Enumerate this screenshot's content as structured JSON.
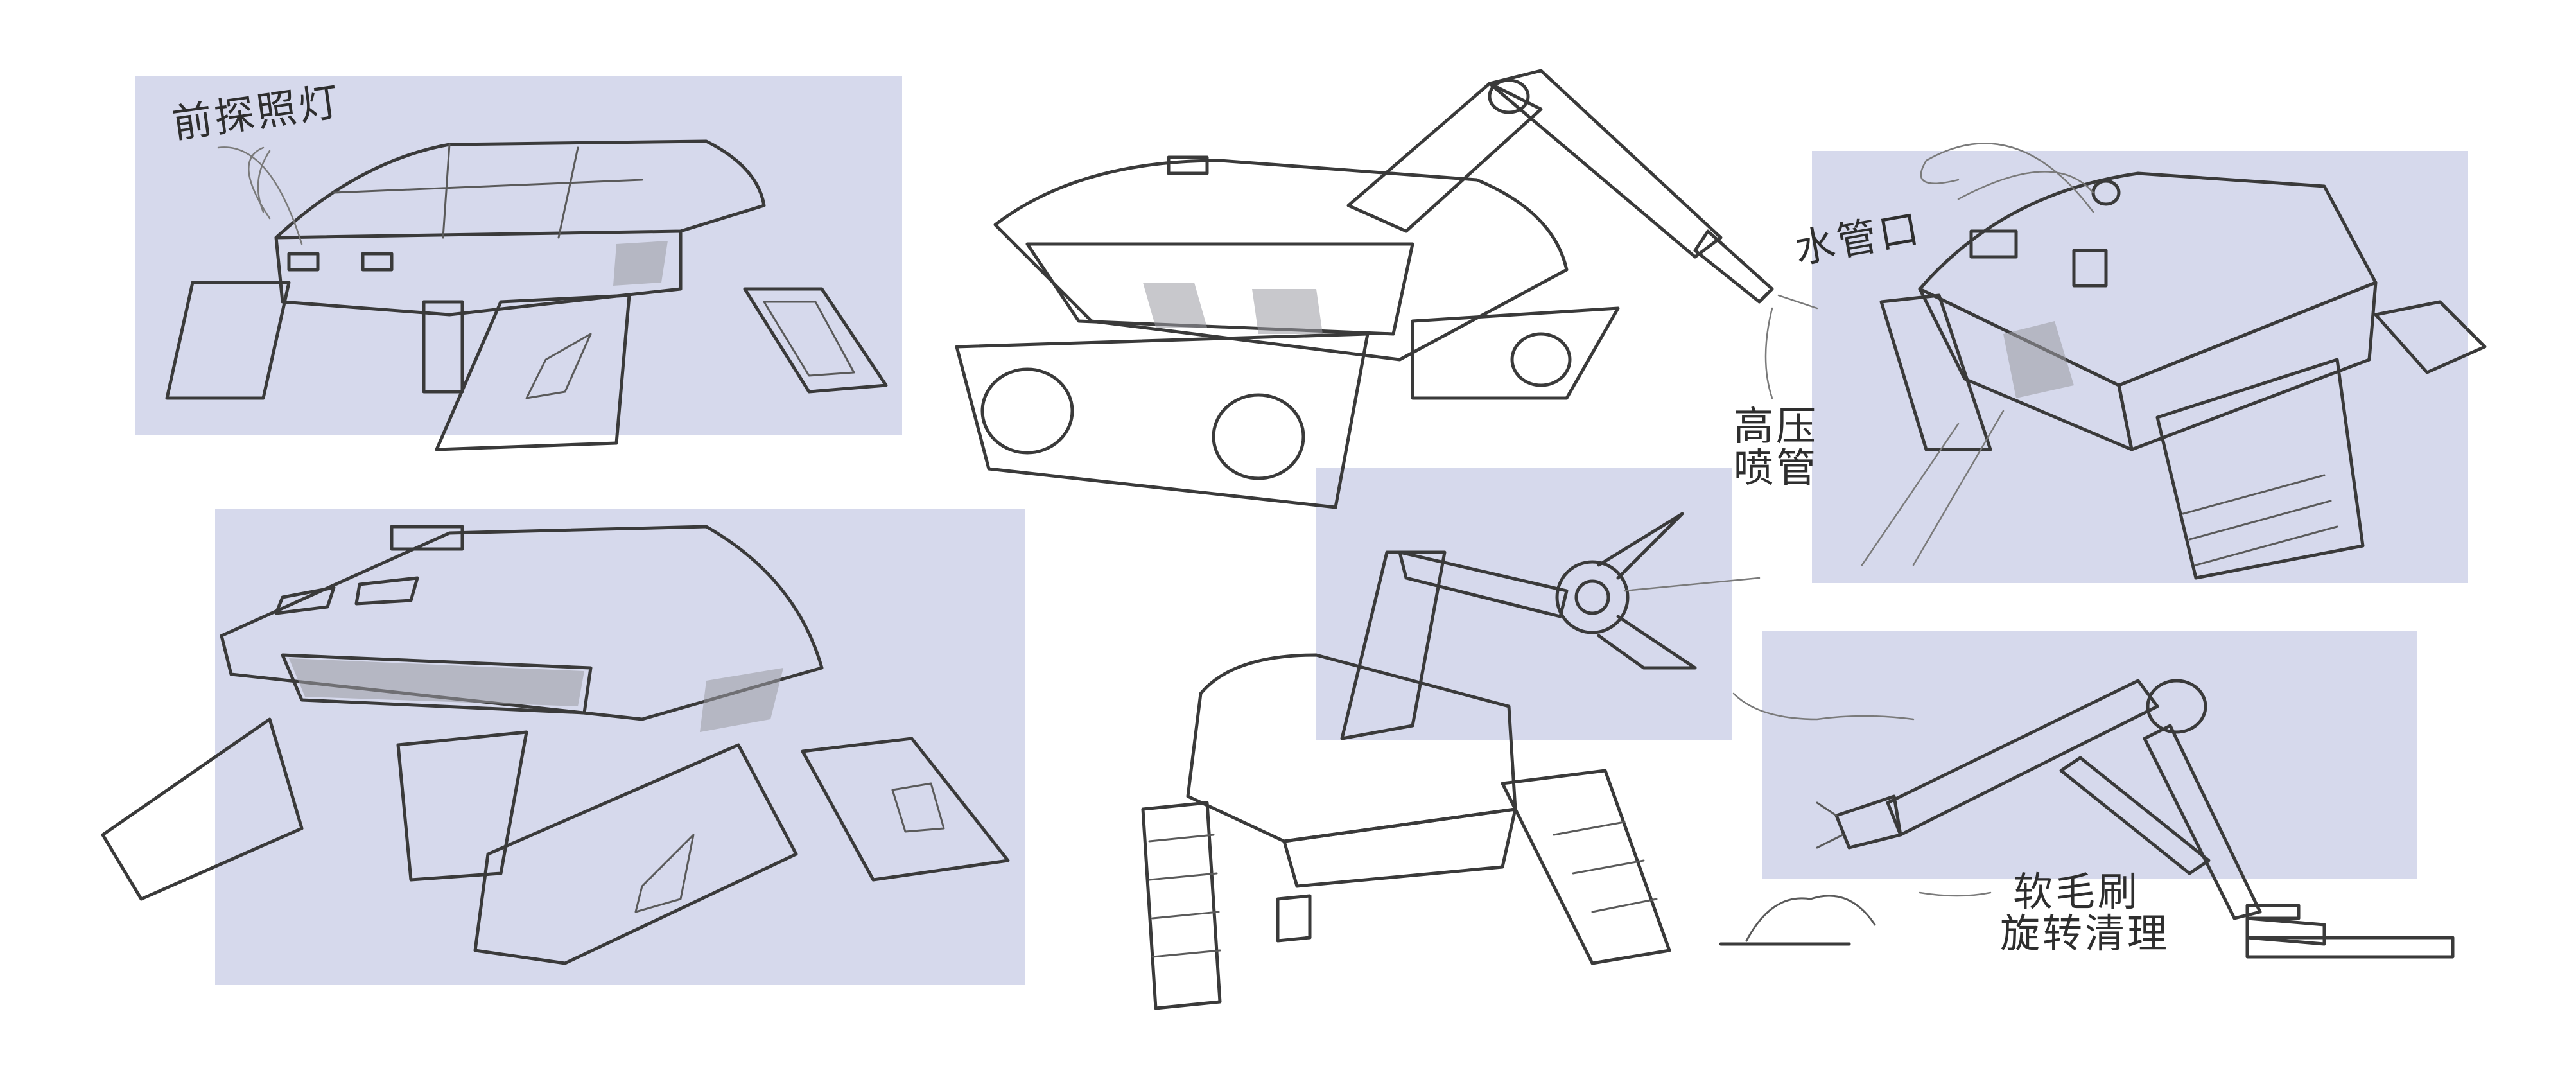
{
  "sheet": {
    "background": "#ffffff",
    "panel_color": "#d6d9ec",
    "ink_color": "#3a3a3a"
  },
  "annotations": {
    "front_light": "前探照灯",
    "water_outlet": "水管口",
    "high_pressure_line1": "高压",
    "high_pressure_line2": "喷管",
    "soft_brush_line1": "软毛刷",
    "soft_brush_line2": "旋转清理"
  }
}
